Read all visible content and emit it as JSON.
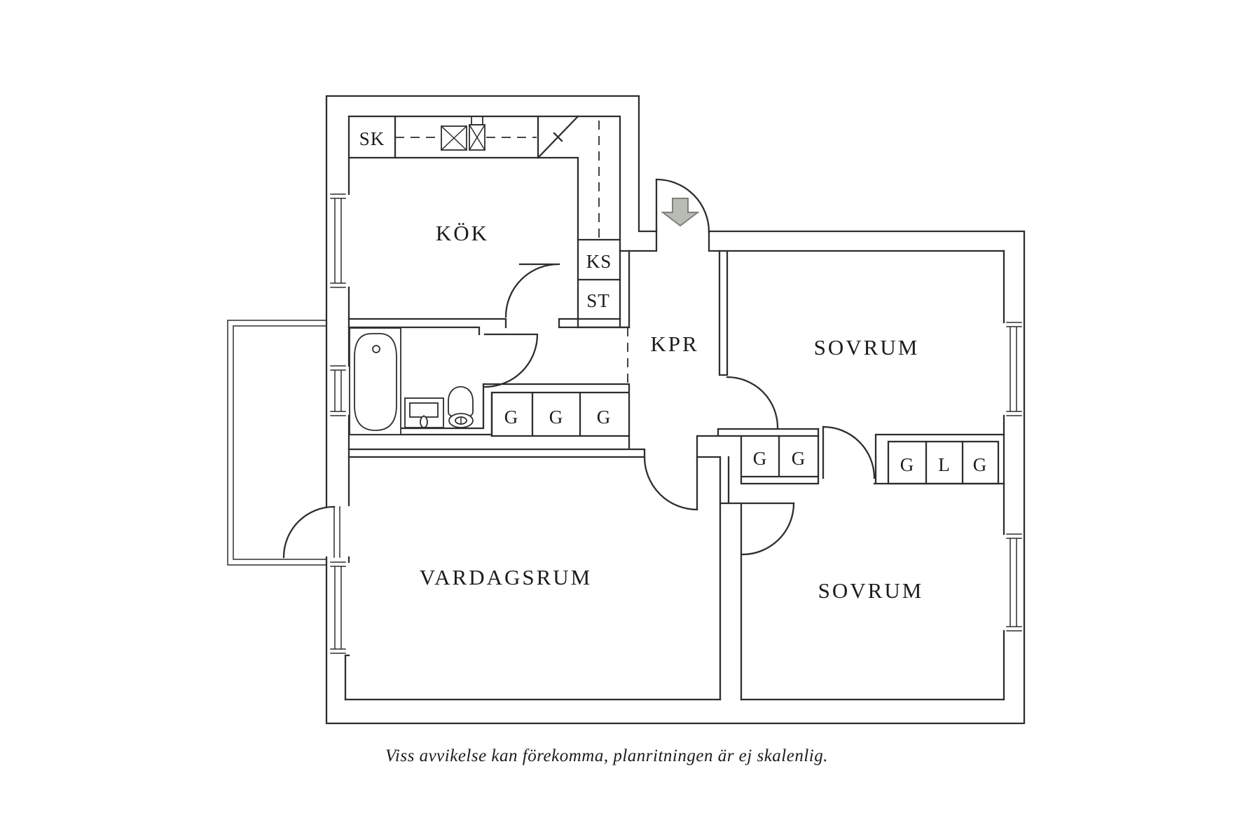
{
  "colors": {
    "line": "#2e2e2e",
    "text": "#1c1c1c",
    "arrow_fill": "#b8bcb5",
    "arrow_stroke": "#7e817a",
    "background": "#ffffff"
  },
  "rooms": {
    "kitchen": "KÖK",
    "closet_passage": "KPR",
    "bedroom_top": "SOVRUM",
    "bedroom_bottom": "SOVRUM",
    "living_room": "VARDAGSRUM"
  },
  "storage": {
    "cleaning_cupboard": "SK",
    "fridge_unit": "KS",
    "pantry_unit": "ST",
    "wardrobe": "G",
    "linen_cabinet": "L"
  },
  "caption": "Viss avvikelse kan förekomma, planritningen är ej skalenlig.",
  "icons": {
    "entrance_arrow": "down-arrow"
  }
}
